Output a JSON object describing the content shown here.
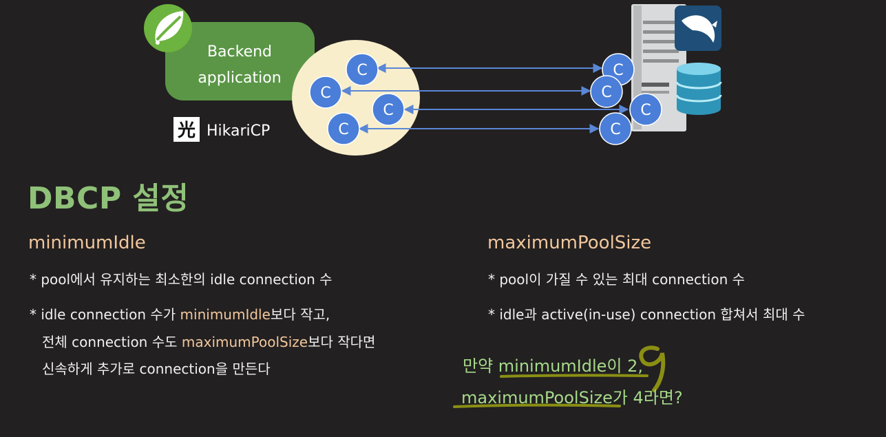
{
  "diagram": {
    "backend_label_line1": "Backend",
    "backend_label_line2": "application",
    "hikari_logo_char": "光",
    "hikari_label": "HikariCP",
    "connection_letter": "C",
    "colors": {
      "backend_box": "#5a9646",
      "pool_ellipse": "#f9eecb",
      "connection_circle": "#4a7ed8",
      "arrow": "#5a86d6",
      "db_cylinder": "#3fa9c9"
    },
    "icons": [
      "spring-leaf-icon",
      "hikaricp-logo-icon",
      "server-icon",
      "mysql-dolphin-icon",
      "database-icon"
    ]
  },
  "title": "DBCP 설정",
  "left": {
    "heading": "minimumIdle",
    "bullet1": "* pool에서 유지하는 최소한의 idle connection 수",
    "bullet2": {
      "l1_a": "* idle connection 수가 ",
      "l1_hl": "minimumIdle",
      "l1_b": "보다 작고,",
      "l2_a": "전체 connection 수도 ",
      "l2_hl": "maximumPoolSize",
      "l2_b": "보다 작다면",
      "l3": "신속하게 추가로 connection을 만든다"
    }
  },
  "right": {
    "heading": "maximumPoolSize",
    "bullet1": "* pool이 가질 수 있는 최대 connection 수",
    "bullet2": "* idle과 active(in-use) connection 합쳐서 최대 수"
  },
  "question": {
    "line1": "만약 minimumIdle이 2,",
    "line2": "maximumPoolSize가 4라면?"
  },
  "annotation_color": "#8a8f14"
}
